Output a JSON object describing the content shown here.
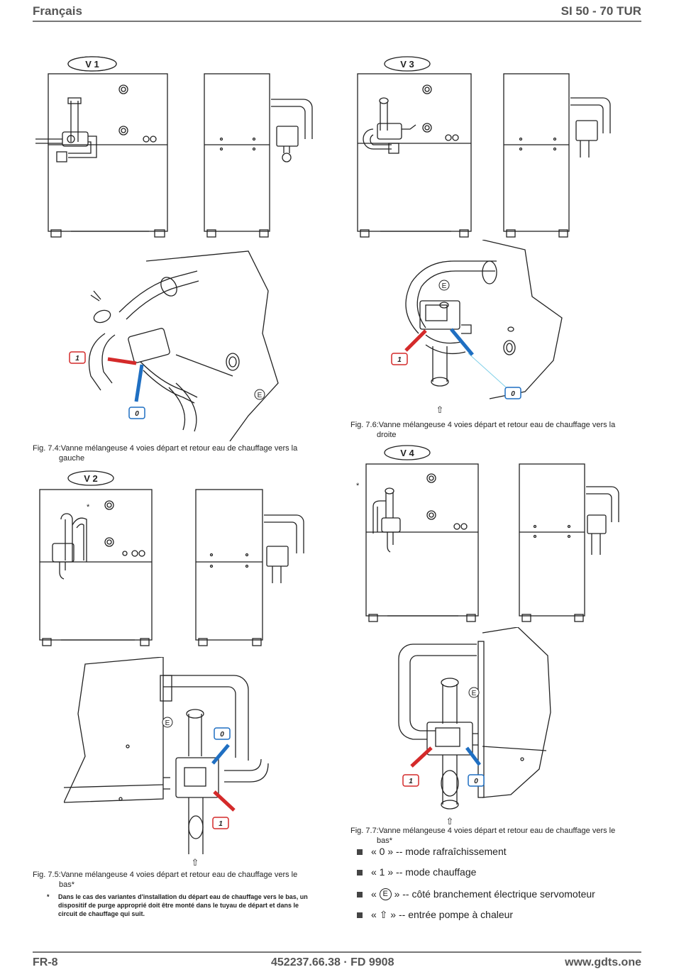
{
  "header": {
    "language": "Français",
    "model": "SI 50 - 70 TUR"
  },
  "footer": {
    "page": "FR-8",
    "doc_ref": "452237.66.38 · FD 9908",
    "website": "www.gdts.one"
  },
  "variants": {
    "v1": "V 1",
    "v2": "V 2",
    "v3": "V 3",
    "v4": "V 4"
  },
  "markers": {
    "heating": "1",
    "cooling": "0",
    "electrical": "E",
    "asterisk": "*"
  },
  "captions": {
    "fig74_a": "Fig. 7.4:Vanne mélangeuse 4 voies départ et retour eau de chauffage vers la",
    "fig74_b": "gauche",
    "fig75_a": "Fig. 7.5:Vanne mélangeuse 4 voies départ et retour eau de chauffage vers le",
    "fig75_b": "bas*",
    "fig76_a": "Fig. 7.6:Vanne mélangeuse 4 voies départ et retour eau de chauffage vers la",
    "fig76_b": "droite",
    "fig77_a": "Fig. 7.7:Vanne mélangeuse 4 voies départ et retour eau de chauffage vers le",
    "fig77_b": "bas*"
  },
  "footnote": {
    "marker": "*",
    "text": "Dans le cas des variantes d'installation du départ eau de chauffage vers le bas, un dispositif de purge approprié doit être monté dans le tuyau de départ et dans le circuit de chauffage qui suit."
  },
  "legend": {
    "cooling": "« 0 » -- mode rafraîchissement",
    "heating": "« 1 » -- mode chauffage",
    "electrical_pre": "« ",
    "electrical_post": " » -- côté branchement électrique servomoteur",
    "pump_pre": "« ",
    "pump_symbol": "⇧",
    "pump_post": " » -- entrée pompe à chaleur"
  },
  "colors": {
    "heating": "#d42a2a",
    "cooling": "#1f6fc2",
    "line": "#222222"
  }
}
